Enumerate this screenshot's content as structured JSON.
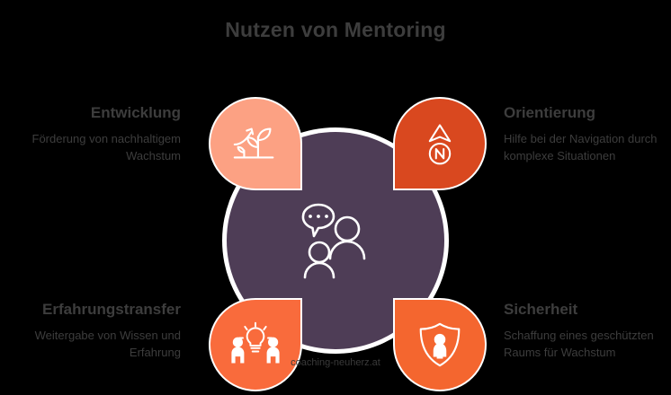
{
  "title": "Nutzen von Mentoring",
  "watermark": "coaching-neuherz.at",
  "colors": {
    "background": "#000000",
    "title_text": "#3d3d3d",
    "body_text": "#3d3d3d",
    "center_circle": "#4e3d56",
    "badge_top_left": "#fca183",
    "badge_top_right": "#d9481f",
    "badge_bottom_left": "#f96b3c",
    "badge_bottom_right": "#f4662f",
    "icon_stroke": "#ffffff"
  },
  "center": {
    "icon": "people-conversation-icon"
  },
  "quadrants": [
    {
      "id": "entwicklung",
      "heading": "Entwicklung",
      "body": "Förderung von nachhaltigem Wachstum",
      "icon": "plant-growth-icon",
      "position": "top-left"
    },
    {
      "id": "orientierung",
      "heading": "Orientierung",
      "body": "Hilfe bei der Navigation durch komplexe Situationen",
      "icon": "compass-north-icon",
      "position": "top-right"
    },
    {
      "id": "erfahrungstransfer",
      "heading": "Erfahrungstransfer",
      "body": "Weitergabe von Wissen und Erfahrung",
      "icon": "people-lightbulb-icon",
      "position": "bottom-left"
    },
    {
      "id": "sicherheit",
      "heading": "Sicherheit",
      "body": "Schaffung eines geschützten Raums für Wachstum",
      "icon": "shield-person-icon",
      "position": "bottom-right"
    }
  ]
}
